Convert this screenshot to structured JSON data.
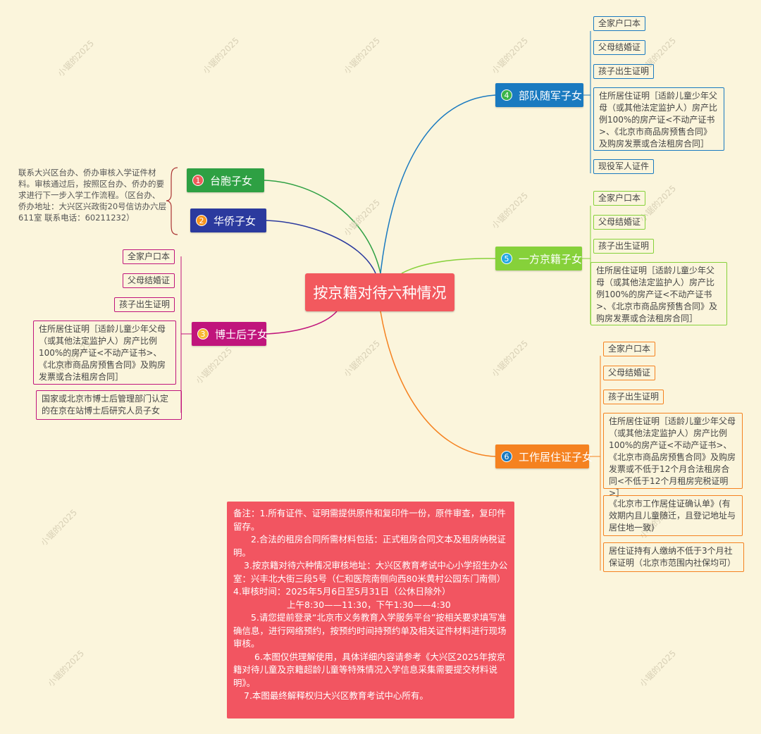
{
  "central": {
    "title": "按京籍对待六种情况"
  },
  "branches": [
    {
      "num": "1",
      "label": "台胞子女",
      "color": "#2ea043"
    },
    {
      "num": "2",
      "label": "华侨子女",
      "color": "#2b3a9e"
    },
    {
      "num": "3",
      "label": "博士后子女",
      "color": "#c0157c"
    },
    {
      "num": "4",
      "label": "部队随军子女",
      "color": "#1a7ac0"
    },
    {
      "num": "5",
      "label": "一方京籍子女",
      "color": "#86d13a"
    },
    {
      "num": "6",
      "label": "工作居住证子女",
      "color": "#f58220"
    }
  ],
  "taiwan_overseas_note": "联系大兴区台办、侨办审核入学证件材料。审核通过后，按照区台办、侨办的要求进行下一步入学工作流程。（区台办、侨办地址：大兴区兴政街20号信访办六层611室 联系电话：60211232）",
  "postdoc_items": [
    "全家户口本",
    "父母结婚证",
    "孩子出生证明",
    "住所居住证明［适龄儿童少年父母（或其他法定监护人）房产比例100%的房产证<不动产证书>、《北京市商品房预售合同》及购房发票或合法租房合同］",
    "国家或北京市博士后管理部门认定的在京在站博士后研究人员子女"
  ],
  "military_items": [
    "全家户口本",
    "父母结婚证",
    "孩子出生证明",
    "住所居住证明［适龄儿童少年父母（或其他法定监护人）房产比例100%的房产证<不动产证书>、《北京市商品房预售合同》及购房发票或合法租房合同］",
    "现役军人证件"
  ],
  "beijing_items": [
    "全家户口本",
    "父母结婚证",
    "孩子出生证明",
    "住所居住证明［适龄儿童少年父母（或其他法定监护人）房产比例100%的房产证<不动产证书>、《北京市商品房预售合同》及购房发票或合法租房合同］"
  ],
  "workpermit_items": [
    "全家户口本",
    "父母结婚证",
    "孩子出生证明",
    "住所居住证明［适龄儿童少年父母（或其他法定监护人）房产比例100%的房产证<不动产证书>、《北京市商品房预售合同》及购房发票或不低于12个月合法租房合同<不低于12个月租房完税证明>］",
    "《北京市工作居住证确认单》(有效期内且儿童随迁，且登记地址与居住地一致)",
    "居住证持有人缴纳不低于3个月社保证明（北京市范围内社保均可）"
  ],
  "notes": [
    "备注：1.所有证件、证明需提供原件和复印件一份，原件审查，复印件留存。",
    "2.合法的租房合同所需材料包括：正式租房合同文本及租房纳税证明。",
    "3.按京籍对待六种情况审核地址：大兴区教育考试中心小学招生办公室：兴丰北大街三段5号（仁和医院南侧向西80米黄村公园东门南侧）",
    "4.审核时间：2025年5月6日至5月31日（公休日除外）",
    "上午8:30——11:30，下午1:30——4:30",
    "5.请您提前登录“北京市义务教育入学服务平台”按相关要求填写准确信息，进行网络预约，按预约时间持预约单及相关证件材料进行现场审核。",
    "6.本图仅供理解使用，具体详细内容请参考《大兴区2025年按京籍对待儿童及京籍超龄儿童等特殊情况入学信息采集需要提交材料说明》。",
    "7.本图最终解释权归大兴区教育考试中心所有。"
  ],
  "watermark": "小锯的2025"
}
